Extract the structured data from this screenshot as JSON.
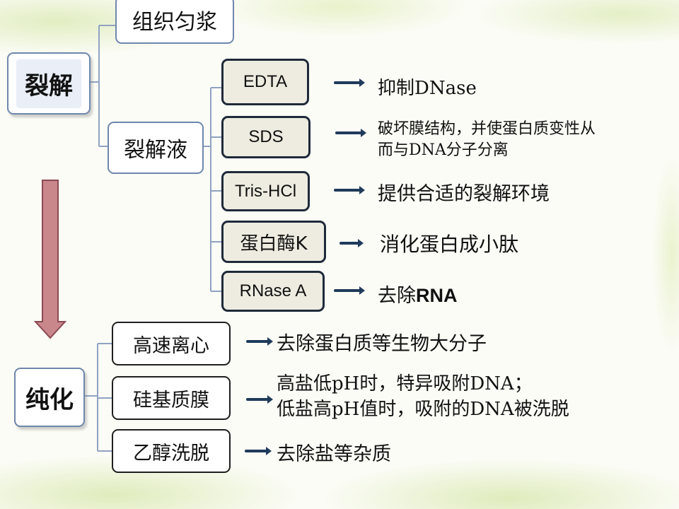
{
  "lysis": {
    "title": "裂解",
    "homogenate": "组织匀浆",
    "buffer": "裂解液",
    "reagents": [
      {
        "name": "EDTA",
        "desc": "抑制DNase"
      },
      {
        "name": "SDS",
        "desc_line1": "破坏膜结构，并使蛋白质变性从",
        "desc_line2": "而与DNA分子分离"
      },
      {
        "name": "Tris-HCl",
        "desc": "提供合适的裂解环境"
      },
      {
        "name": "蛋白酶K",
        "desc": "消化蛋白成小肽"
      },
      {
        "name": "RNase A",
        "desc_prefix": "去除",
        "desc_bold": "RNA"
      }
    ]
  },
  "purification": {
    "title": "纯化",
    "steps": [
      {
        "name": "高速离心",
        "desc": "去除蛋白质等生物大分子"
      },
      {
        "name": "硅基质膜",
        "desc_line1": "高盐低pH时，特异吸附DNA；",
        "desc_line2": "低盐高pH值时，吸附的DNA被洗脱"
      },
      {
        "name": "乙醇洗脱",
        "desc": "去除盐等杂质"
      }
    ]
  },
  "colors": {
    "flow_arrow": "#c9878c",
    "connector": "#8fa3c2",
    "reagent_fill": "#eeece1"
  }
}
